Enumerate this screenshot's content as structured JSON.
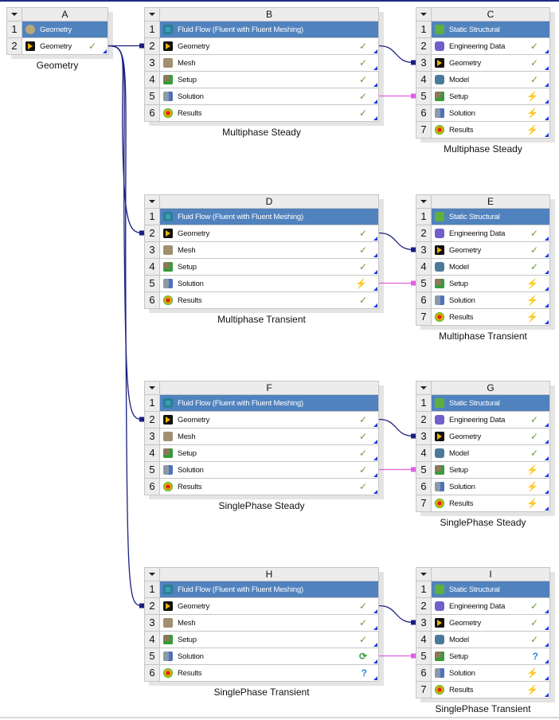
{
  "colors": {
    "header_blue": "#5082be",
    "link_navy": "#1b1f80",
    "link_magenta": "#e060e0",
    "check": "#6a9a3a",
    "update": "#f0a020"
  },
  "systems": [
    {
      "letter": "A",
      "title": "Geometry",
      "rows": [
        {
          "num": "1",
          "label": "Geometry",
          "icon": "geometry-icon",
          "status": ""
        },
        {
          "num": "2",
          "label": "Geometry",
          "icon": "designmodeler-icon",
          "status": "check"
        }
      ]
    },
    {
      "letter": "B",
      "title": "Multiphase Steady",
      "rows": [
        {
          "num": "1",
          "label": "Fluid Flow (Fluent with Fluent Meshing)",
          "icon": "fluent-icon",
          "status": ""
        },
        {
          "num": "2",
          "label": "Geometry",
          "icon": "designmodeler-icon",
          "status": "check"
        },
        {
          "num": "3",
          "label": "Mesh",
          "icon": "mesh-icon",
          "status": "check"
        },
        {
          "num": "4",
          "label": "Setup",
          "icon": "setup-icon",
          "status": "check"
        },
        {
          "num": "5",
          "label": "Solution",
          "icon": "solution-icon",
          "status": "check"
        },
        {
          "num": "6",
          "label": "Results",
          "icon": "results-icon",
          "status": "check"
        }
      ]
    },
    {
      "letter": "C",
      "title": "Multiphase Steady",
      "rows": [
        {
          "num": "1",
          "label": "Static Structural",
          "icon": "static-structural-icon",
          "status": ""
        },
        {
          "num": "2",
          "label": "Engineering Data",
          "icon": "engineering-data-icon",
          "status": "check"
        },
        {
          "num": "3",
          "label": "Geometry",
          "icon": "designmodeler-icon",
          "status": "check"
        },
        {
          "num": "4",
          "label": "Model",
          "icon": "model-icon",
          "status": "check"
        },
        {
          "num": "5",
          "label": "Setup",
          "icon": "setup-icon",
          "status": "update"
        },
        {
          "num": "6",
          "label": "Solution",
          "icon": "solution-icon",
          "status": "update"
        },
        {
          "num": "7",
          "label": "Results",
          "icon": "results-icon",
          "status": "update"
        }
      ]
    },
    {
      "letter": "D",
      "title": "Multiphase Transient",
      "rows": [
        {
          "num": "1",
          "label": "Fluid Flow (Fluent with Fluent Meshing)",
          "icon": "fluent-icon",
          "status": ""
        },
        {
          "num": "2",
          "label": "Geometry",
          "icon": "designmodeler-icon",
          "status": "check"
        },
        {
          "num": "3",
          "label": "Mesh",
          "icon": "mesh-icon",
          "status": "check"
        },
        {
          "num": "4",
          "label": "Setup",
          "icon": "setup-icon",
          "status": "check"
        },
        {
          "num": "5",
          "label": "Solution",
          "icon": "solution-icon",
          "status": "update"
        },
        {
          "num": "6",
          "label": "Results",
          "icon": "results-icon",
          "status": "partial"
        }
      ]
    },
    {
      "letter": "E",
      "title": "Multiphase Transient",
      "rows": [
        {
          "num": "1",
          "label": "Static Structural",
          "icon": "static-structural-icon",
          "status": ""
        },
        {
          "num": "2",
          "label": "Engineering Data",
          "icon": "engineering-data-icon",
          "status": "check"
        },
        {
          "num": "3",
          "label": "Geometry",
          "icon": "designmodeler-icon",
          "status": "check"
        },
        {
          "num": "4",
          "label": "Model",
          "icon": "model-icon",
          "status": "check"
        },
        {
          "num": "5",
          "label": "Setup",
          "icon": "setup-icon",
          "status": "update"
        },
        {
          "num": "6",
          "label": "Solution",
          "icon": "solution-icon",
          "status": "update"
        },
        {
          "num": "7",
          "label": "Results",
          "icon": "results-icon",
          "status": "update"
        }
      ]
    },
    {
      "letter": "F",
      "title": "SinglePhase Steady",
      "rows": [
        {
          "num": "1",
          "label": "Fluid Flow (Fluent with Fluent Meshing)",
          "icon": "fluent-icon",
          "status": ""
        },
        {
          "num": "2",
          "label": "Geometry",
          "icon": "designmodeler-icon",
          "status": "check"
        },
        {
          "num": "3",
          "label": "Mesh",
          "icon": "mesh-icon",
          "status": "check"
        },
        {
          "num": "4",
          "label": "Setup",
          "icon": "setup-icon",
          "status": "check"
        },
        {
          "num": "5",
          "label": "Solution",
          "icon": "solution-icon",
          "status": "interrupted"
        },
        {
          "num": "6",
          "label": "Results",
          "icon": "results-icon",
          "status": "check"
        }
      ]
    },
    {
      "letter": "G",
      "title": "SinglePhase Steady",
      "rows": [
        {
          "num": "1",
          "label": "Static Structural",
          "icon": "static-structural-icon",
          "status": ""
        },
        {
          "num": "2",
          "label": "Engineering Data",
          "icon": "engineering-data-icon",
          "status": "check"
        },
        {
          "num": "3",
          "label": "Geometry",
          "icon": "designmodeler-icon",
          "status": "check"
        },
        {
          "num": "4",
          "label": "Model",
          "icon": "model-icon",
          "status": "check"
        },
        {
          "num": "5",
          "label": "Setup",
          "icon": "setup-icon",
          "status": "update"
        },
        {
          "num": "6",
          "label": "Solution",
          "icon": "solution-icon",
          "status": "update"
        },
        {
          "num": "7",
          "label": "Results",
          "icon": "results-icon",
          "status": "update"
        }
      ]
    },
    {
      "letter": "H",
      "title": "SinglePhase Transient",
      "rows": [
        {
          "num": "1",
          "label": "Fluid Flow (Fluent with Fluent Meshing)",
          "icon": "fluent-icon",
          "status": ""
        },
        {
          "num": "2",
          "label": "Geometry",
          "icon": "designmodeler-icon",
          "status": "check"
        },
        {
          "num": "3",
          "label": "Mesh",
          "icon": "mesh-icon",
          "status": "check"
        },
        {
          "num": "4",
          "label": "Setup",
          "icon": "setup-icon",
          "status": "check"
        },
        {
          "num": "5",
          "label": "Solution",
          "icon": "solution-icon",
          "status": "refresh"
        },
        {
          "num": "6",
          "label": "Results",
          "icon": "results-icon",
          "status": "unknown"
        }
      ]
    },
    {
      "letter": "I",
      "title": "SinglePhase Transient",
      "rows": [
        {
          "num": "1",
          "label": "Static Structural",
          "icon": "static-structural-icon",
          "status": ""
        },
        {
          "num": "2",
          "label": "Engineering Data",
          "icon": "engineering-data-icon",
          "status": "check"
        },
        {
          "num": "3",
          "label": "Geometry",
          "icon": "designmodeler-icon",
          "status": "check"
        },
        {
          "num": "4",
          "label": "Model",
          "icon": "model-icon",
          "status": "check"
        },
        {
          "num": "5",
          "label": "Setup",
          "icon": "setup-icon",
          "status": "unknown"
        },
        {
          "num": "6",
          "label": "Solution",
          "icon": "solution-icon",
          "status": "update"
        },
        {
          "num": "7",
          "label": "Results",
          "icon": "results-icon",
          "status": "update"
        }
      ]
    }
  ]
}
